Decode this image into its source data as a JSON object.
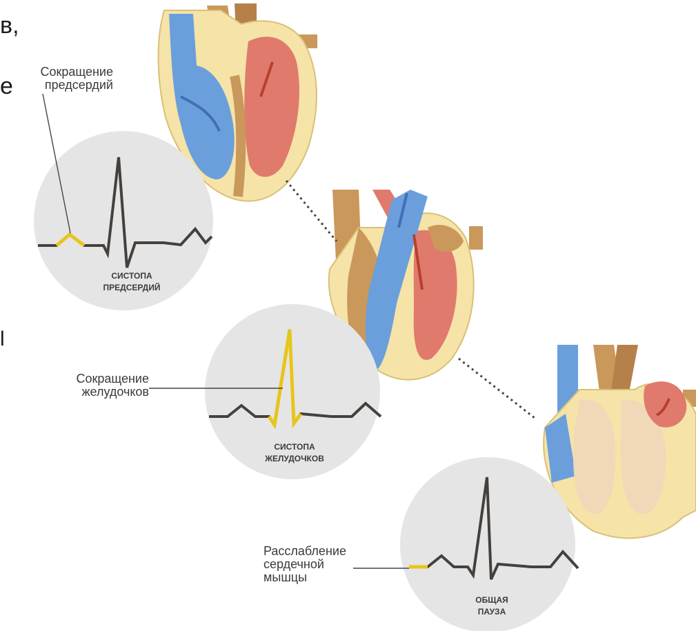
{
  "fragments": {
    "top": "в,",
    "mid": "е",
    "side": "l"
  },
  "stages": [
    {
      "label": "СИСТОПА\nПРЕДСЕРДИЙ",
      "callout": "Сокращение\nпредсердий"
    },
    {
      "label": "СИСТОПА\nЖЕЛУДОЧКОВ",
      "callout": "Сокращение\nжелудочков"
    },
    {
      "label": "ОБЩАЯ\nПАУЗА",
      "callout": "Расслабление\nсердечной\nмышцы"
    }
  ],
  "colors": {
    "ecg_line": "#45403c",
    "ecg_highlight": "#e7c51a",
    "circle": "#e5e5e5",
    "blood_venous": "#6b9fdc",
    "blood_arterial": "#e07a6c",
    "heart_wall": "#f5e3a8",
    "vessel": "#c9985a",
    "dotted": "#444444"
  }
}
